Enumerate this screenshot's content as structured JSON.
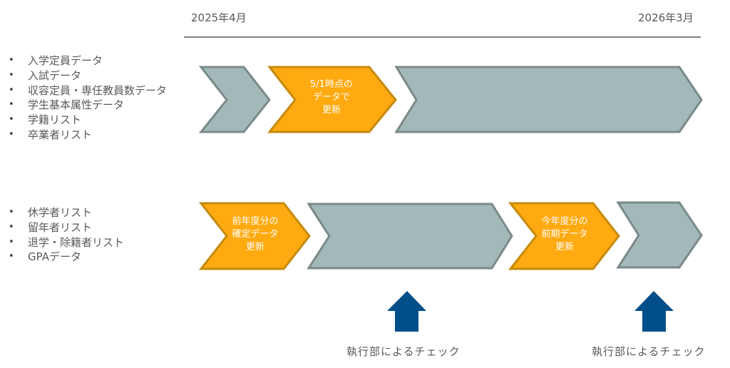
{
  "timeline": {
    "start_label": "2025年4月",
    "end_label": "2026年3月"
  },
  "rows": [
    {
      "items": [
        "入学定員データ",
        "入試データ",
        "収容定員・専任教員数データ",
        "学生基本属性データ",
        "学籍リスト",
        "卒業者リスト"
      ],
      "chevrons": [
        {
          "type": "gray",
          "text": ""
        },
        {
          "type": "orange",
          "text": [
            "5/1時点の",
            "データで",
            "更新"
          ]
        },
        {
          "type": "gray",
          "text": ""
        }
      ]
    },
    {
      "items": [
        "休学者リスト",
        "留年者リスト",
        "退学・除籍者リスト",
        "GPAデータ"
      ],
      "chevrons": [
        {
          "type": "orange",
          "text": [
            "前年度分の",
            "確定データ",
            "更新"
          ]
        },
        {
          "type": "gray",
          "text": ""
        },
        {
          "type": "orange",
          "text": [
            "今年度分の",
            "前期データ",
            "更新"
          ]
        },
        {
          "type": "gray",
          "text": ""
        }
      ]
    }
  ],
  "checks": [
    {
      "label": "執行部によるチェック"
    },
    {
      "label": "執行部によるチェック"
    }
  ],
  "colors": {
    "gray_fill": "#A3B8B9",
    "gray_stroke": "#7A8A89",
    "orange_fill": "#FFAA10",
    "orange_stroke": "#C58A0E",
    "arrow": "#004F8A"
  }
}
